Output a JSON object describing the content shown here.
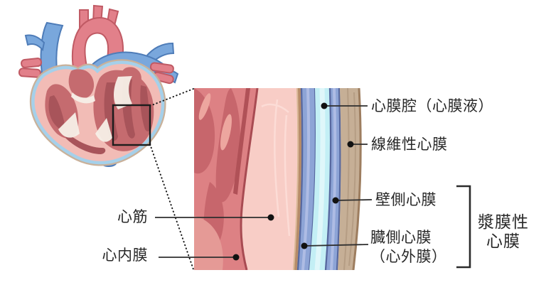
{
  "figure": {
    "description": "heart pericardium layers diagram",
    "labels": {
      "pericardial_cavity": "心膜腔（心膜液）",
      "fibrous_pericardium": "線維性心膜",
      "parietal_pericardium": "壁側心膜",
      "visceral_pericardium_line1": "臓側心膜",
      "visceral_pericardium_line2": "（心外膜）",
      "serous_pericardium_line1": "漿膜性",
      "serous_pericardium_line2": "心膜",
      "myocardium": "心筋",
      "endocardium": "心内膜"
    }
  },
  "colors": {
    "background": "#ffffff",
    "text": "#282828",
    "line": "#2e2e2e",
    "red_base": "#dd8184",
    "red_dark": "#c7666c",
    "red_darker": "#b05157",
    "red_light": "#e59a96",
    "red_highlight": "#eda69f",
    "red_edge": "#a84b52",
    "pink_band": "#f8cdc6",
    "pink_streak": "#fcdcd6",
    "tan_line": "#b68c69",
    "tan_line_light": "#d9b896",
    "blue_band": "#8da4d6",
    "blue_edge": "#57689f",
    "blue_light": "#aebce4",
    "cyan_band": "#c3eff5",
    "cyan_light": "#dff7fa",
    "tan_band": "#c6af96",
    "tan_edge": "#9d7d5f",
    "tan_texture": "#b59d84",
    "heart_blue": "#79a7dc",
    "heart_blue_edge": "#4e7cb8",
    "vessel_red": "#e2808a",
    "vessel_red_edge": "#c05a64",
    "wall_pink": "#f2bcb6",
    "chamber_red": "#c56b6f",
    "chamber_dark": "#a8545a",
    "pericardium_tan": "#c9b19a",
    "pericardium_blue": "#a5d0ea",
    "chordae_white": "#f7f0e8"
  }
}
